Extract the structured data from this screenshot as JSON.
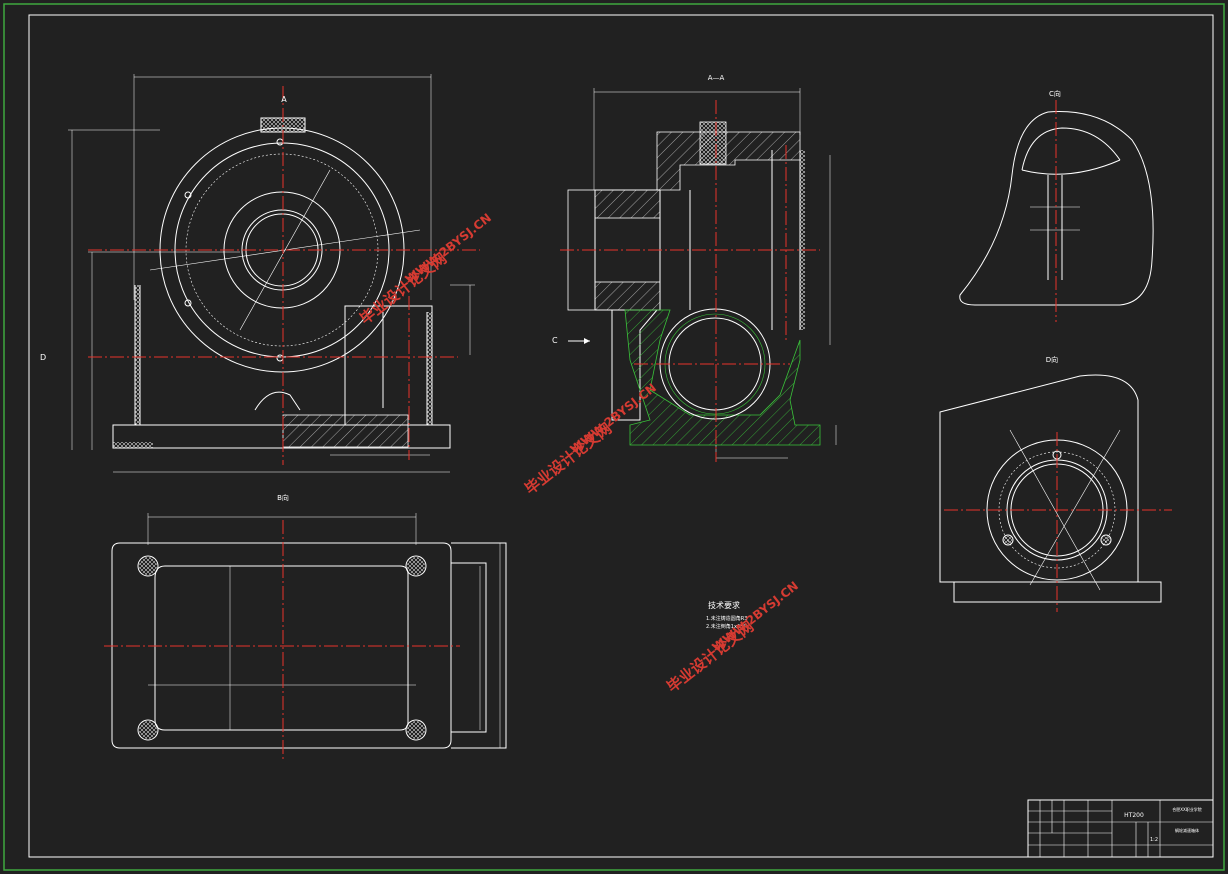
{
  "drawing": {
    "colors": {
      "background": "#212121",
      "frame": "#3fa83f",
      "line": "#ffffff",
      "centerline": "#e8342b",
      "watermark": "#d63b32",
      "hatch_green": "#3ac23a"
    },
    "views": {
      "section_aa": "A—A",
      "view_b": "B向",
      "view_c": "C向",
      "view_d": "D向",
      "label_a": "A",
      "label_c": "C",
      "label_d": "D"
    },
    "tech_requirements": {
      "title": "技术要求",
      "item1": "1.未注铸造圆角R3",
      "item2": "2.未注倒角1x45°"
    },
    "watermark": {
      "line1": "毕业设计论文网",
      "line2": "WWW.2BYSJ.CN"
    },
    "title_block": {
      "material": "HT200",
      "school": "合肥XX职业学院",
      "part_name": "蜗轮减速箱体",
      "scale": "1:2"
    }
  }
}
